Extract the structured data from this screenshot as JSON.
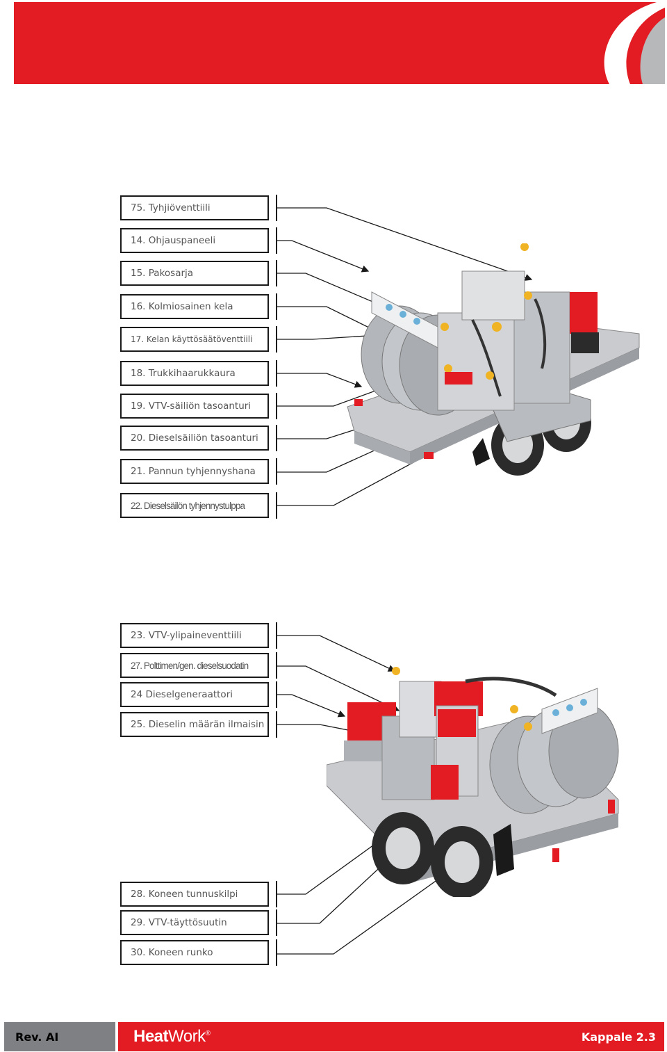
{
  "brand": {
    "logo_bold": "Heat",
    "logo_rest": "Work",
    "logo_mark": "®",
    "red": "#e31b23",
    "grey": "#7f8083"
  },
  "top_labels": [
    "75. Tyhjiöventtiili",
    "14. Ohjauspaneeli",
    "15. Pakosarja",
    "16. Kolmiosainen kela",
    "17. Kelan käyttösäätöventtiili",
    "18. Trukkihaarukkaura",
    "19. VTV-säiliön tasoanturi",
    "20. Dieselsäiliön tasoanturi",
    "21. Pannun tyhjennyshana",
    "22. Dieselsäilön tyhjennystulppa"
  ],
  "middle_labels": [
    "23. VTV-ylipaineventtiili",
    "27. Polttimen/gen. dieselsuodatin",
    "24 Dieselgeneraattori",
    "25. Dieselin määrän ilmaisin"
  ],
  "bottom_labels": [
    "28. Koneen tunnuskilpi",
    "29. VTV-täyttösuutin",
    "30. Koneen runko"
  ],
  "footer": {
    "revision": "Rev. AI",
    "section": "Kappale 2.3"
  }
}
